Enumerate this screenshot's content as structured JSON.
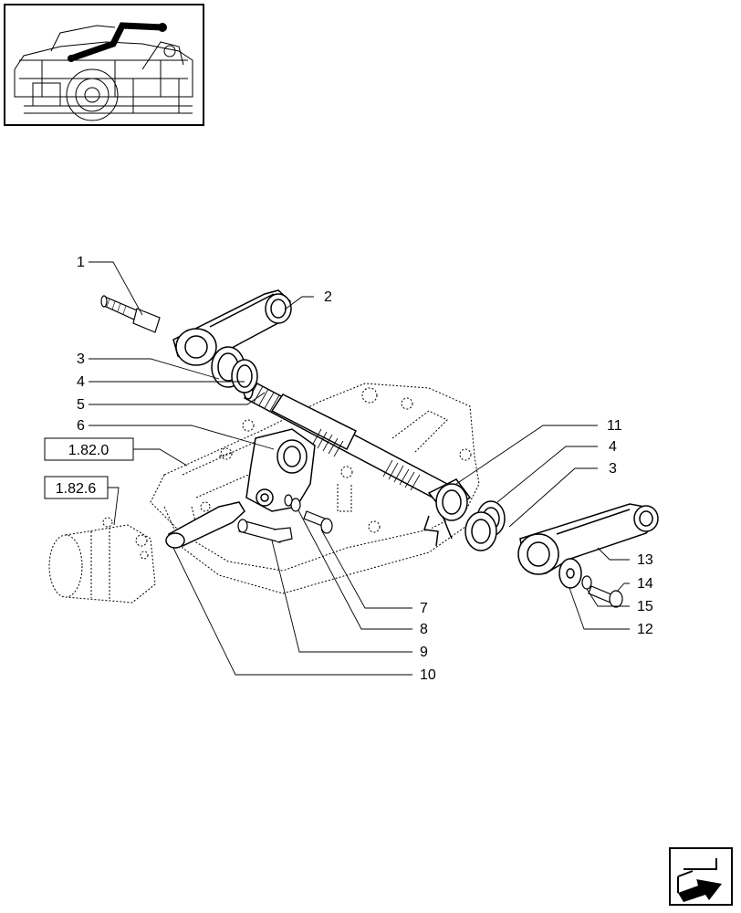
{
  "thumbnail": {
    "icon": "tractor-lift-lever-overview-icon"
  },
  "callouts": {
    "c1": "1",
    "c2": "2",
    "c3a": "3",
    "c4a": "4",
    "c5": "5",
    "c6": "6",
    "c7": "7",
    "c8": "8",
    "c9": "9",
    "c10": "10",
    "c11": "11",
    "c4b": "4",
    "c3b": "3",
    "c13": "13",
    "c14": "14",
    "c15": "15",
    "c12": "12"
  },
  "references": {
    "r1": "1.82.0",
    "r2": "1.82.6"
  },
  "navigation": {
    "icon": "next-page-arrow-icon"
  },
  "colors": {
    "line": "#000000",
    "background": "#ffffff"
  }
}
